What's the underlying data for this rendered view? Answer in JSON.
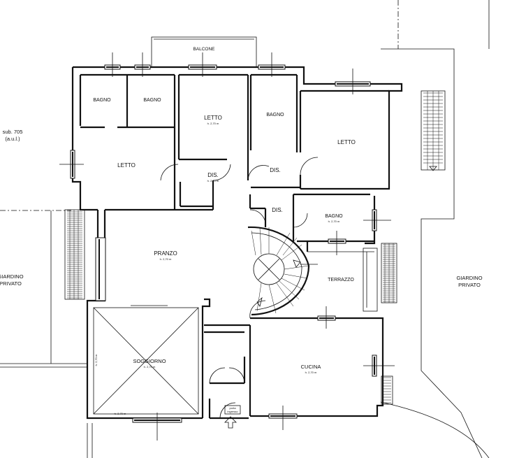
{
  "neighbor": {
    "line1": "sub. 705",
    "line2": "(a.u.l.)"
  },
  "garden_left": {
    "line1": "GIARDINO",
    "line2": "PRIVATO"
  },
  "garden_right": {
    "line1": "GIARDINO",
    "line2": "PRIVATO"
  },
  "rooms": {
    "balcone": "BALCONE",
    "bagno1": "BAGNO",
    "bagno2": "BAGNO",
    "letto_center": "LETTO",
    "letto_center_h": "h. 2,70 m",
    "bagno3": "BAGNO",
    "letto_right": "LETTO",
    "letto_left": "LETTO",
    "dis1": "DIS.",
    "dis1_h": "h. 2,70 m",
    "dis2": "DIS.",
    "dis3": "DIS.",
    "bagno4": "BAGNO",
    "bagno4_h": "h. 2,70 m",
    "pranzo": "PRANZO",
    "pranzo_h": "h. 2,70 m",
    "terrazzo": "TERRAZZO",
    "soggiorno": "SOGGIORNO",
    "soggiorno_h": "h. 2,70 m",
    "soggiorno_h2": "h. 2,70 m",
    "soggiorno_h3": "h. 2,70 m",
    "cucina": "CUCINA",
    "cucina_h": "h. 2,70 m",
    "ingresso1": "porta",
    "ingresso2": "ingresso"
  }
}
